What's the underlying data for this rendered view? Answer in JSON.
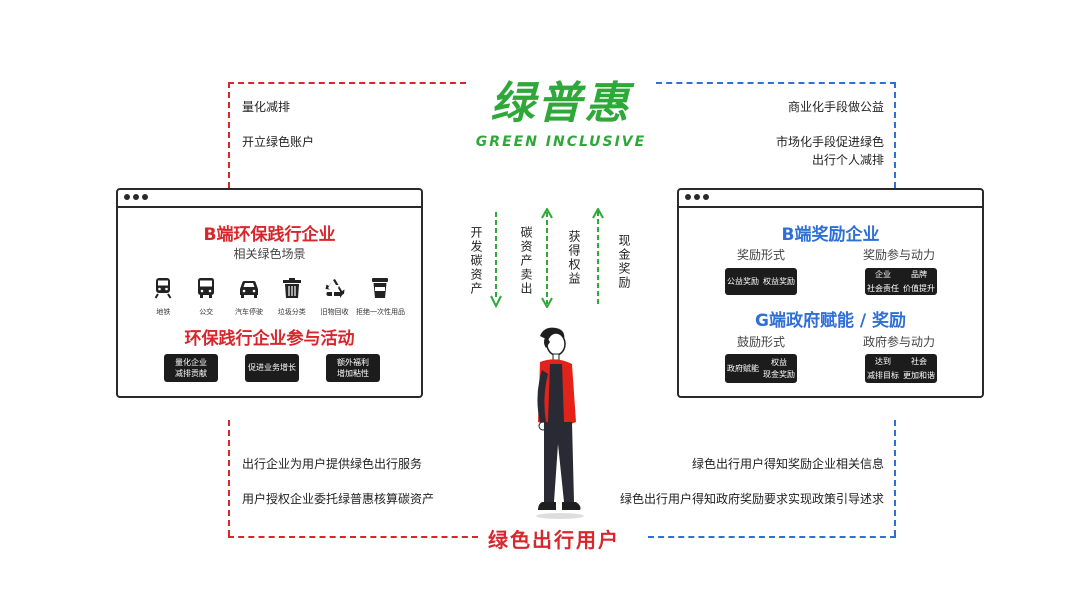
{
  "logo": {
    "cn": "绿普惠",
    "en": "GREEN INCLUSIVE"
  },
  "top_left": [
    "量化减排",
    "开立绿色账户"
  ],
  "top_right": [
    "商业化手段做公益",
    "市场化手段促进绿色\n出行个人减排"
  ],
  "left_panel": {
    "title": "B端环保践行企业",
    "subtitle": "相关绿色场景",
    "scenes": [
      {
        "icon": "subway-icon",
        "label": "地铁"
      },
      {
        "icon": "bus-icon",
        "label": "公交"
      },
      {
        "icon": "car-icon",
        "label": "汽车停驶"
      },
      {
        "icon": "trash-bin-icon",
        "label": "垃圾分类"
      },
      {
        "icon": "recycle-icon",
        "label": "旧物回收"
      },
      {
        "icon": "cup-icon",
        "label": "拒绝一次性用品"
      }
    ],
    "activity_title": "环保践行企业参与活动",
    "chips": [
      "量化企业\n减排贡献",
      "促进业务增长",
      "额外福利\n增加粘性"
    ]
  },
  "right_panel": {
    "title_b": "B端奖励企业",
    "label_b1": "奖励形式",
    "label_b2": "奖励参与动力",
    "chip_b1": [
      "公益奖励",
      "权益奖励"
    ],
    "chip_b2": [
      "企业",
      "品牌",
      "社会责任",
      "价值提升"
    ],
    "title_g": "G端政府赋能 / 奖励",
    "label_g1": "鼓励形式",
    "label_g2": "政府参与动力",
    "chip_g1": [
      "政府赋能",
      "权益",
      "现金奖励"
    ],
    "chip_g2": [
      "达到",
      "社会",
      "减排目标",
      "更加和谐"
    ]
  },
  "arrows": [
    {
      "label": "开发碳资产",
      "direction": "down"
    },
    {
      "label": "碳资产卖出",
      "direction": "both"
    },
    {
      "label": "获得权益",
      "direction": "up"
    },
    {
      "label": "现金奖励",
      "direction": "up"
    }
  ],
  "bottom_left": [
    "出行企业为用户提供绿色出行服务",
    "用户授权企业委托绿普惠核算碳资产"
  ],
  "bottom_right": [
    "绿色出行用户得知奖励企业相关信息",
    "绿色出行用户得知政府奖励要求实现政策引导述求"
  ],
  "bottom_title": "绿色出行用户",
  "colors": {
    "red": "#d9262c",
    "blue": "#2f6fd6",
    "green": "#2fa83a",
    "dark": "#1c1c1c"
  }
}
